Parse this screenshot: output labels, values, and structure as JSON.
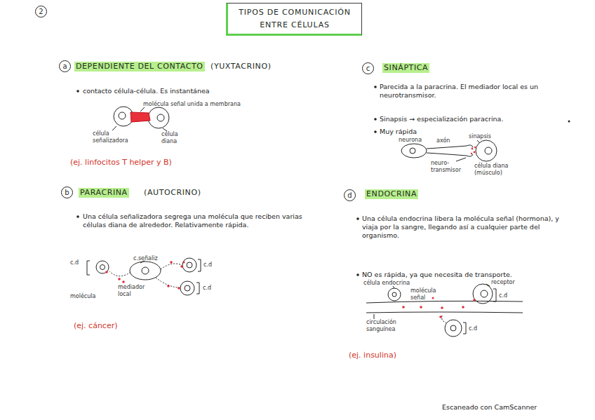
{
  "diagram": {
    "nodes": [
      {
        "text": [
          "TIPOS DE COMUNICACIÓN ENTRE CÉLULAS"
        ]
      },
      {
        "text": [
          "2"
        ]
      },
      {
        "text": [
          "a"
        ]
      },
      {
        "text": [
          "b"
        ]
      },
      {
        "text": [
          "c"
        ]
      },
      {
        "text": [
          "d"
        ]
      }
    ],
    "labels": [
      "DEPENDIENTE DEL CONTACTO",
      "(YUXTACRINO)",
      "contacto célula-célula. Es instantánea",
      "molécula señal unida a membrana",
      "célula señalizadora",
      "célula diana",
      "(ej. linfocitos T helper y B)",
      "PARACRINA",
      "(AUTOCRINO)",
      "Una célula señalizadora segrega una molécula que reciben varias células diana de alrededor. Relativamente rápida.",
      "c.d",
      "c.señaliz",
      "c.d",
      "molécula",
      "mediador local",
      "c.d",
      "(ej. cáncer)",
      "SINÁPTICA",
      "Parecida a la paracrina. El mediador local es un neurotransmisor.",
      "Sinapsis → especialización paracrina.",
      "Muy rápida",
      "neurona",
      "axón",
      "sinapsis",
      "neuro-transmisor",
      "célula diana (músculo)",
      "ENDOCRINA",
      "Una célula endocrina libera la molécula señal (hormona), y viaja por la sangre, llegando así a cualquier parte del organismo.",
      "NO es rápida, ya que necesita de transporte.",
      "célula endocrina",
      "molécula señal",
      "receptor",
      "c.d",
      "circulación sanguínea",
      "c.d",
      "(ej. insulina)",
      "Escaneado con CamScanner"
    ]
  }
}
